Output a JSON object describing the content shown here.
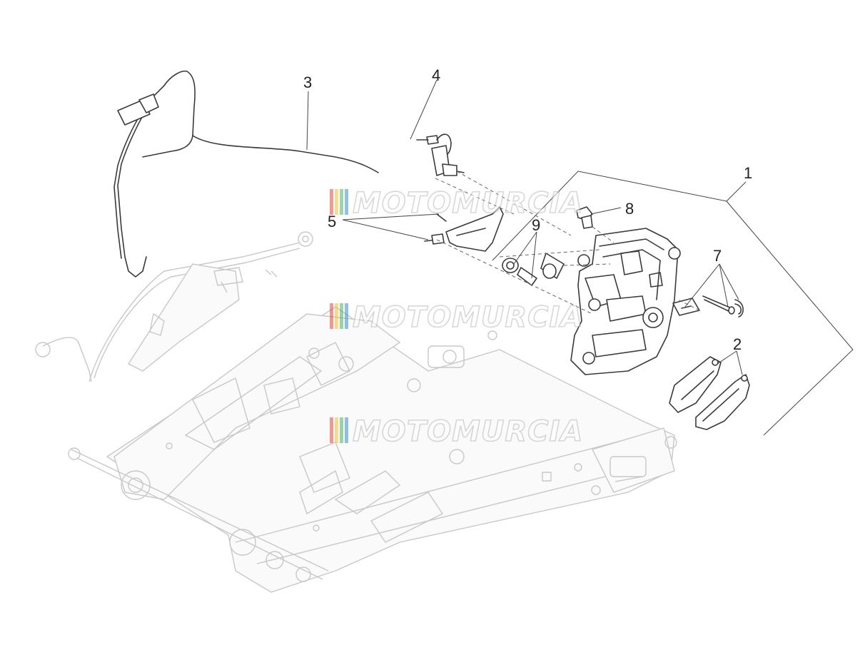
{
  "watermark": {
    "text": "MOTOMURCIA",
    "stripe_colors": [
      "#e34b3d",
      "#f0c33a",
      "#4fb36a",
      "#3a8fd0"
    ]
  },
  "callouts": [
    {
      "id": "1",
      "label": "1"
    },
    {
      "id": "2",
      "label": "2"
    },
    {
      "id": "3",
      "label": "3"
    },
    {
      "id": "4",
      "label": "4"
    },
    {
      "id": "5",
      "label": "5"
    },
    {
      "id": "7",
      "label": "7"
    },
    {
      "id": "8",
      "label": "8"
    },
    {
      "id": "9",
      "label": "9"
    }
  ]
}
